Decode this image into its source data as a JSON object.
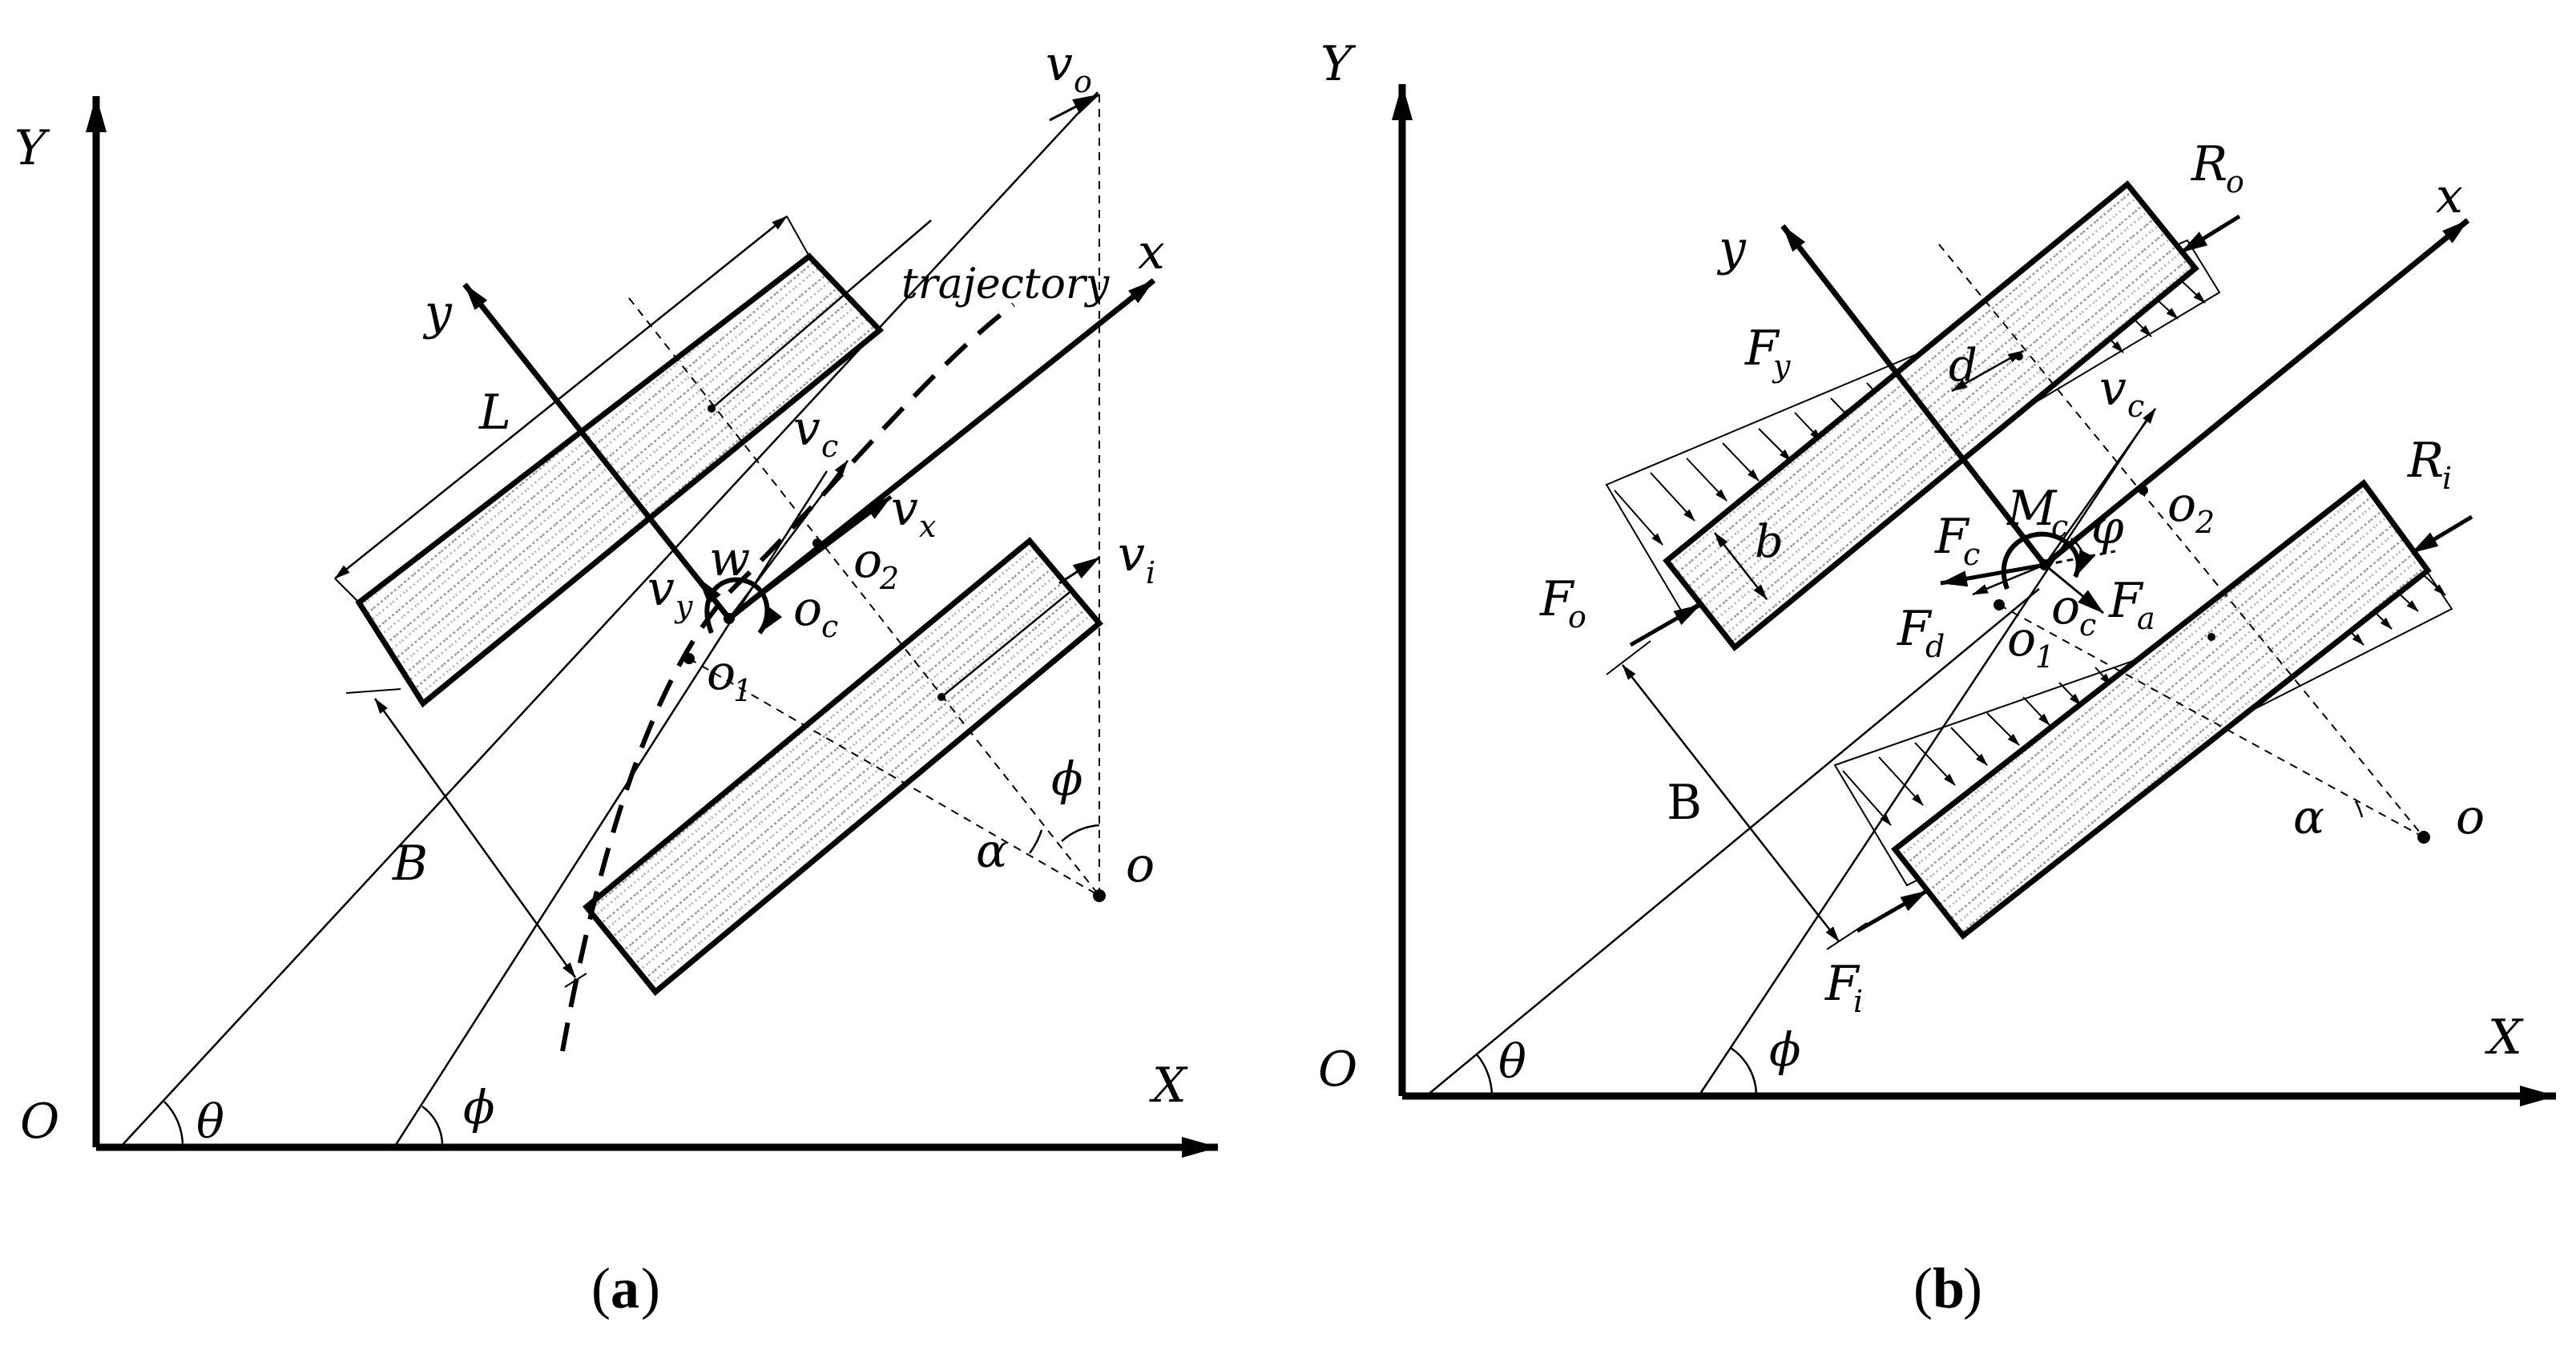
{
  "colors": {
    "ink": "#000000",
    "track_hatch": "#9a9a9a",
    "background": "#ffffff"
  },
  "panel_a": {
    "caption_open": "(",
    "caption_letter": "a",
    "caption_close": ")",
    "labels": {
      "Y": "Y",
      "X": "X",
      "O": "O",
      "theta": "θ",
      "phi_bottom": "ϕ",
      "y": "y",
      "x": "x",
      "L": "L",
      "B": "B",
      "trajectory": "trajectory",
      "v_main": "v",
      "v_o_sub": "o",
      "v_i_sub": "i",
      "v_c_sub": "c",
      "v_x_sub": "x",
      "v_y_sub": "y",
      "w": "w",
      "o_main": "o",
      "o_c_sub": "c",
      "o_1_sub": "1",
      "o_2_sub": "2",
      "o_center": "o",
      "alpha": "α",
      "phi_right": "ϕ"
    }
  },
  "panel_b": {
    "caption_open": "(",
    "caption_letter": "b",
    "caption_close": ")",
    "labels": {
      "Y": "Y",
      "X": "X",
      "O": "O",
      "theta": "θ",
      "phi_bottom": "ϕ",
      "y": "y",
      "x": "x",
      "B": "B",
      "d": "d",
      "b": "b",
      "F": "F",
      "F_y_sub": "y",
      "F_c_sub": "c",
      "F_d_sub": "d",
      "F_a_sub": "a",
      "F_o_sub": "o",
      "F_i_sub": "i",
      "R": "R",
      "R_o_sub": "o",
      "R_i_sub": "i",
      "M": "M",
      "M_c_sub": "c",
      "v": "v",
      "v_c_sub": "c",
      "varphi": "φ",
      "o": "o",
      "o_c_sub": "c",
      "o_1_sub": "1",
      "o_2_sub": "2",
      "o_center": "o",
      "alpha": "α"
    }
  }
}
